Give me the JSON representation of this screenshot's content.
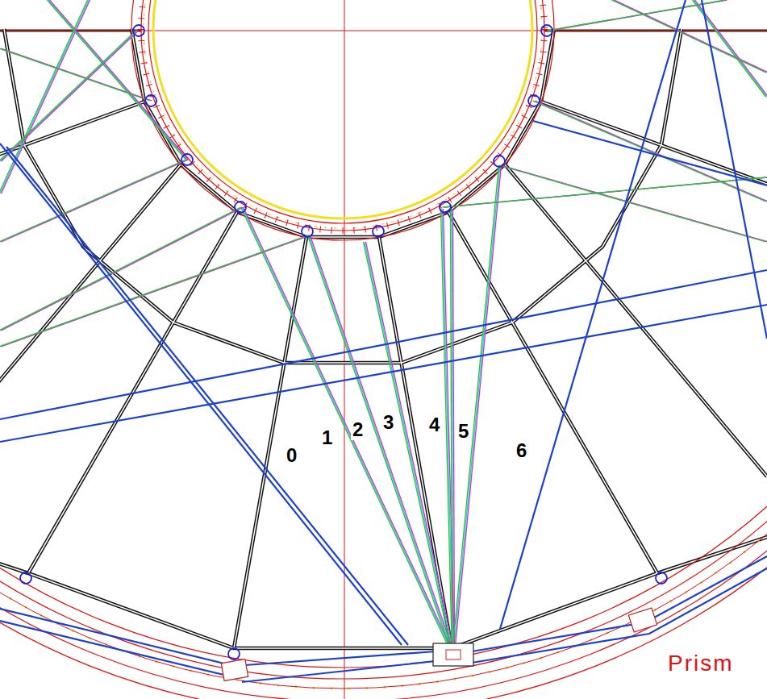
{
  "diagram": {
    "labels": [
      "0",
      "1",
      "2",
      "3",
      "4",
      "5",
      "6",
      "Prism"
    ]
  }
}
